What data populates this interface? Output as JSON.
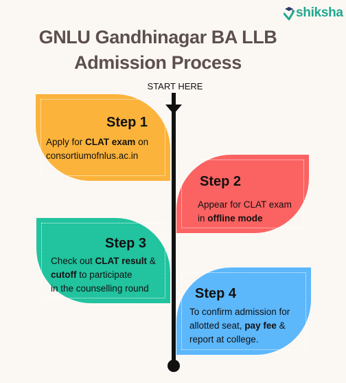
{
  "brand": {
    "logo_text": "shiksha",
    "accent": "#21a78e"
  },
  "title": {
    "line1": "GNLU Gandhinagar BA LLB",
    "line2": "Admission Process",
    "color": "#5d4f4b"
  },
  "start_label": "START HERE",
  "steps": [
    {
      "heading": "Step 1",
      "color": "#fbb33b",
      "l1_a": "Apply for ",
      "l1_b": "CLAT exam",
      "l1_c": " on",
      "l2": "consortiumofnlus.ac.in"
    },
    {
      "heading": "Step 2",
      "color": "#fb6262",
      "l1": "Appear for CLAT exam",
      "l2_a": "in ",
      "l2_b": "offline mode"
    },
    {
      "heading": "Step 3",
      "color": "#22c39f",
      "l1_a": "Check out ",
      "l1_b": "CLAT result",
      "l1_c": " &",
      "l2_a": "cutoff",
      "l2_b": " to participate",
      "l3": "in the counselling round"
    },
    {
      "heading": "Step 4",
      "color": "#5cb7fb",
      "l1": "To confirm  admission for",
      "l2_a": "allotted seat, ",
      "l2_b": "pay fee",
      "l2_c": " &",
      "l3": "report  at college."
    }
  ]
}
